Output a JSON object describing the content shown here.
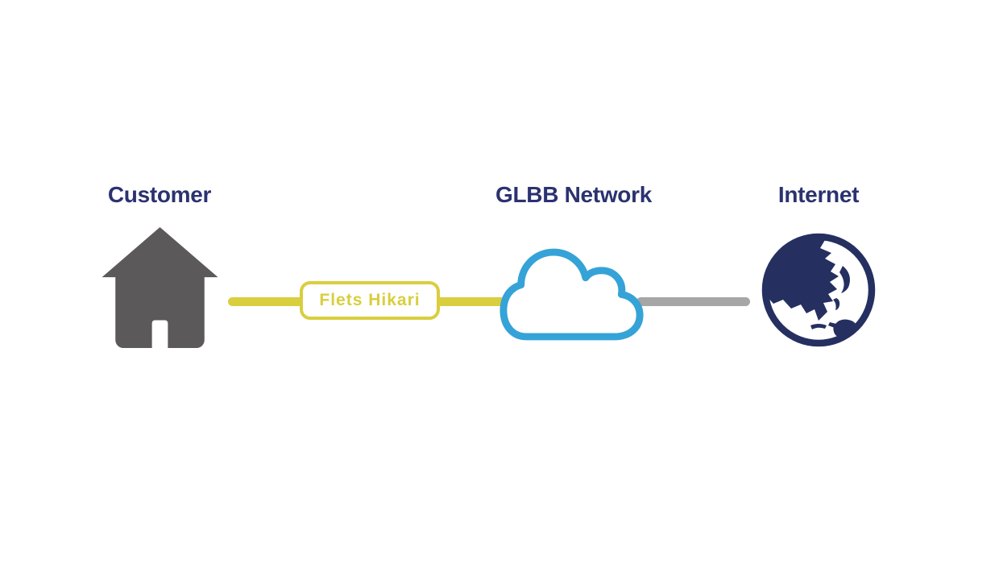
{
  "diagram": {
    "nodes": [
      {
        "id": "customer",
        "label": "Customer",
        "icon": "house-icon"
      },
      {
        "id": "glbb-network",
        "label": "GLBB Network",
        "icon": "cloud-icon"
      },
      {
        "id": "internet",
        "label": "Internet",
        "icon": "globe-icon"
      }
    ],
    "links": [
      {
        "from": "customer",
        "to": "glbb-network",
        "label": "Flets Hikari",
        "color": "#d9ce3e"
      },
      {
        "from": "glbb-network",
        "to": "internet",
        "label": "",
        "color": "#a6a6a6"
      }
    ],
    "colors": {
      "label_navy": "#2b3270",
      "icon_navy": "#253061",
      "house_gray": "#5b595a",
      "line_yellow": "#d9ce3e",
      "cloud_blue": "#35a3d7",
      "line_gray": "#a6a6a6",
      "background": "#ffffff"
    }
  }
}
